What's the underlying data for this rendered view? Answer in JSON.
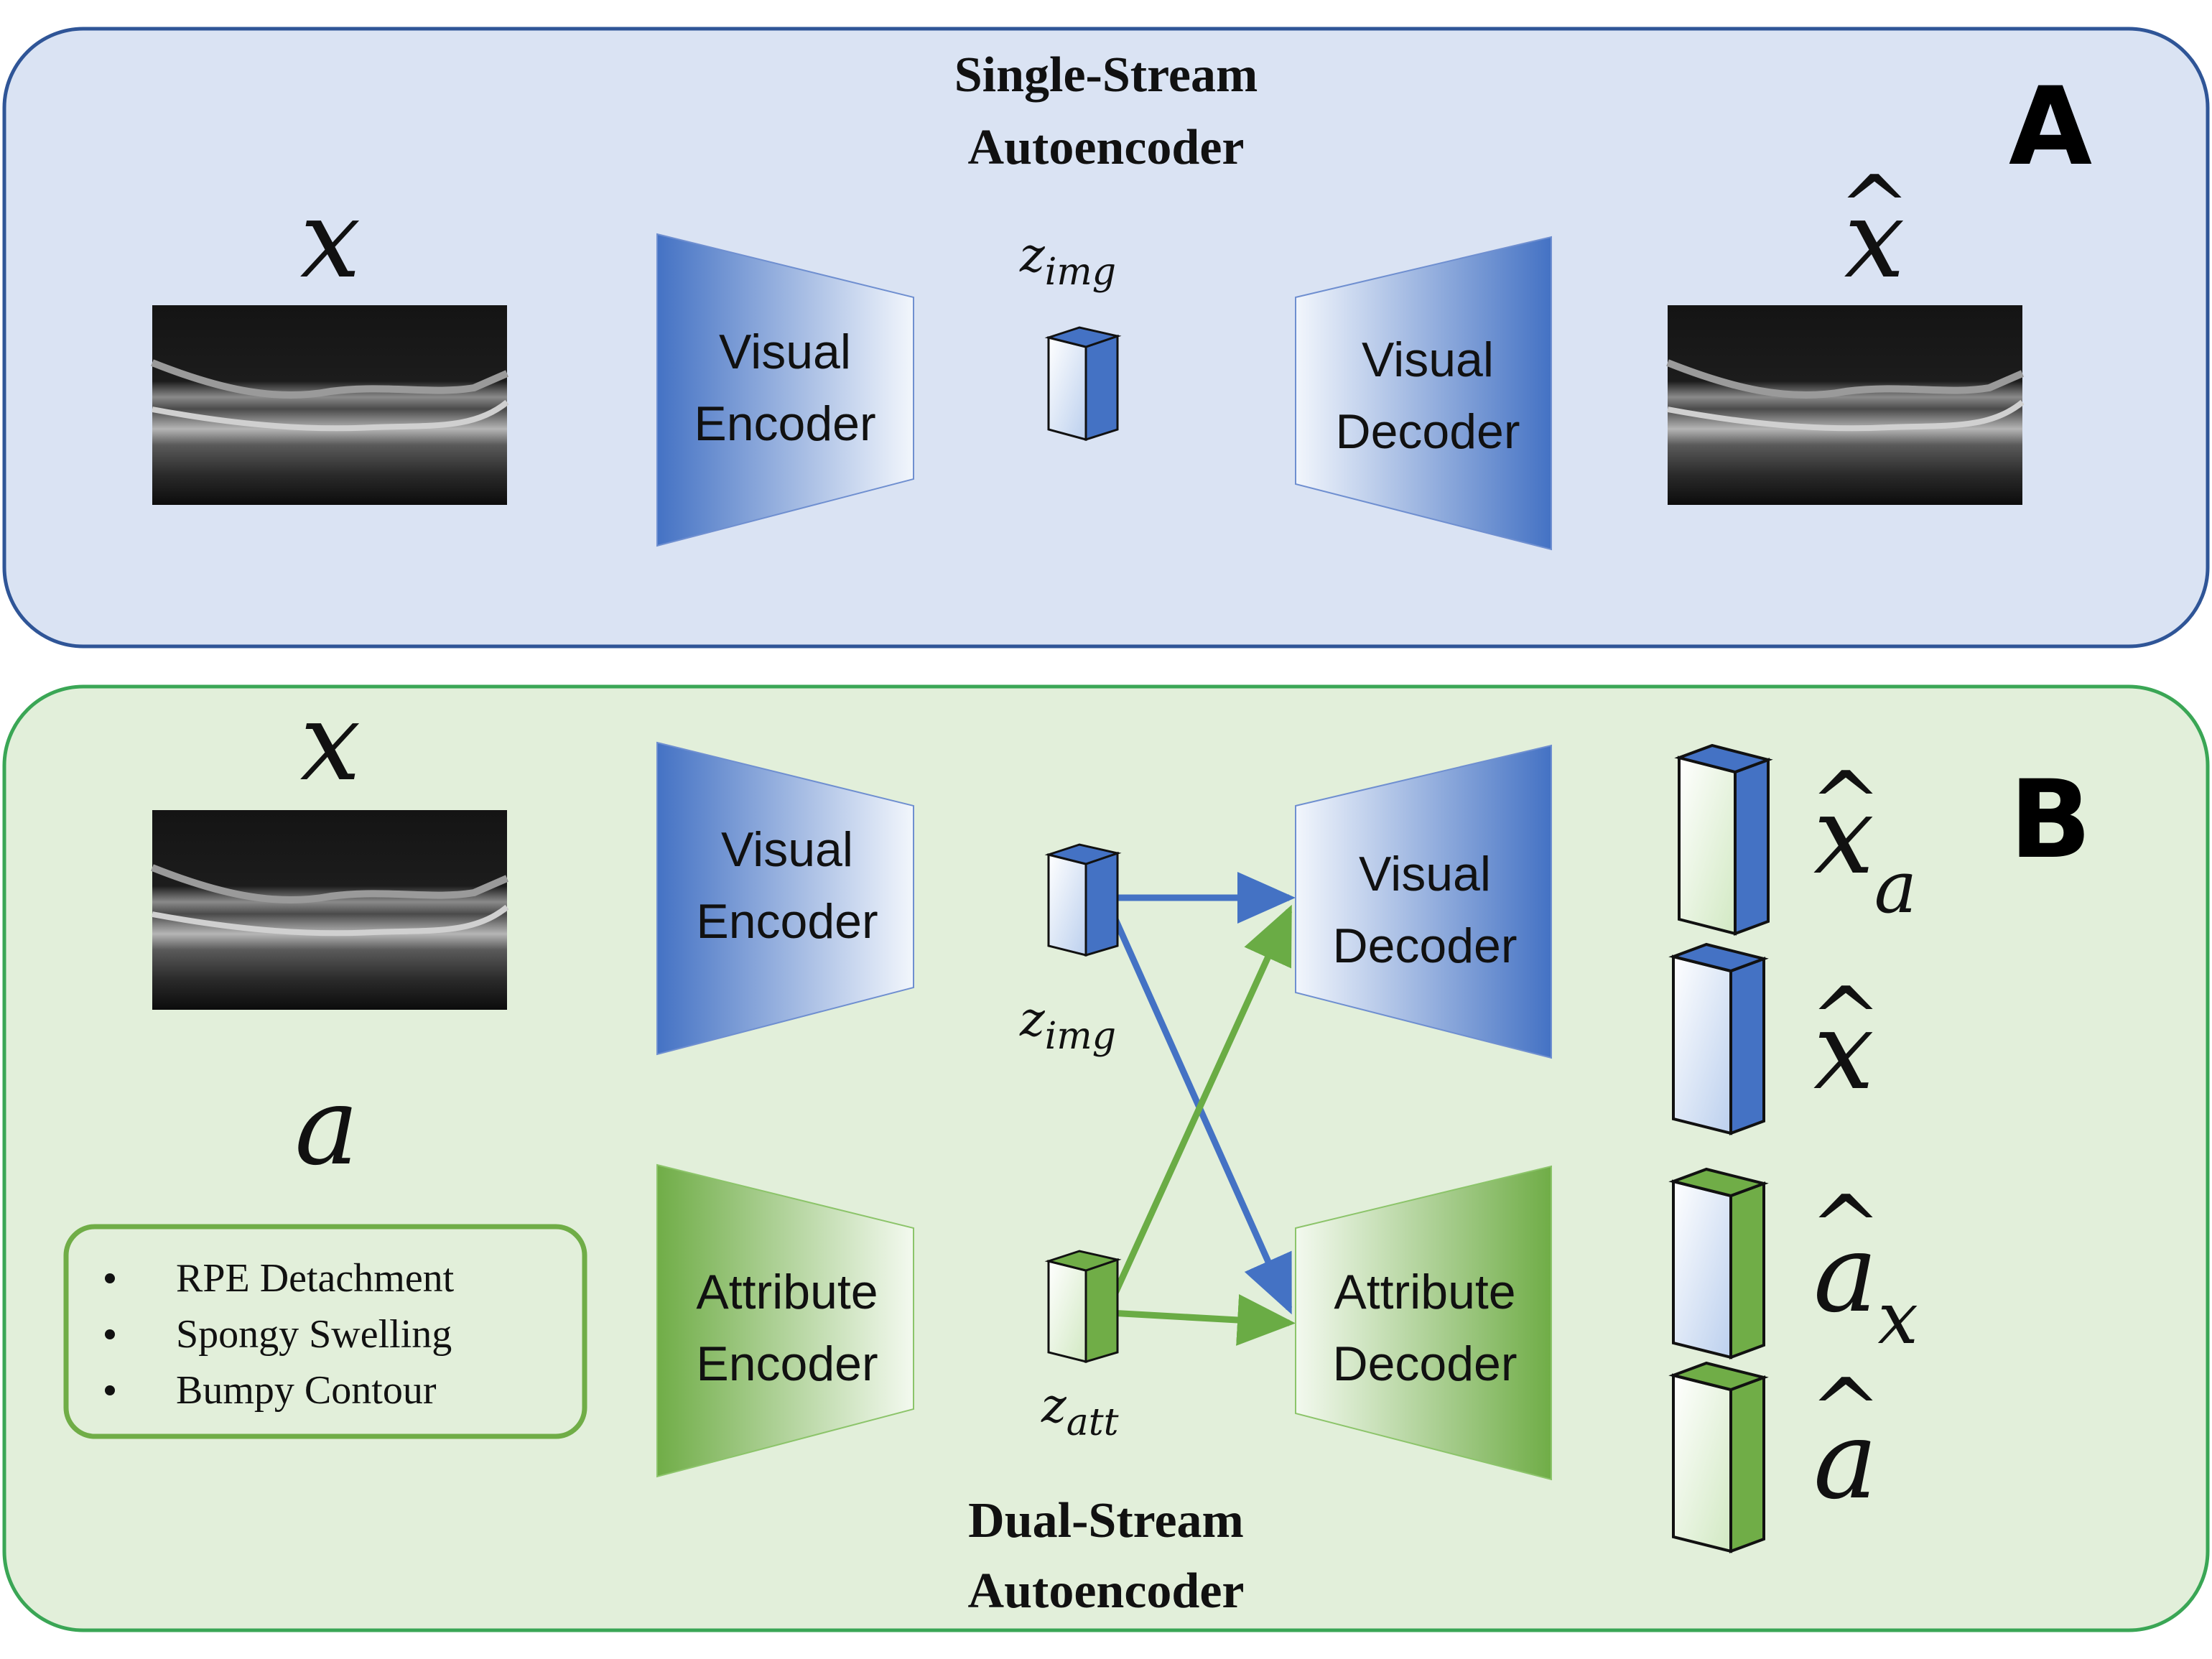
{
  "panel_a": {
    "letter": "A",
    "title_line1": "Single-Stream",
    "title_line2": "Autoencoder",
    "input_symbol": "x",
    "output_symbol": "x",
    "encoder_line1": "Visual",
    "encoder_line2": "Encoder",
    "decoder_line1": "Visual",
    "decoder_line2": "Decoder",
    "latent_symbol": "z",
    "latent_sub": "img"
  },
  "panel_b": {
    "letter": "B",
    "title_line1": "Dual-Stream",
    "title_line2": "Autoencoder",
    "input_image_symbol": "x",
    "input_attr_symbol": "a",
    "attributes": [
      "RPE Detachment",
      "Spongy Swelling",
      "Bumpy Contour"
    ],
    "visual_encoder_line1": "Visual",
    "visual_encoder_line2": "Encoder",
    "attr_encoder_line1": "Attribute",
    "attr_encoder_line2": "Encoder",
    "visual_decoder_line1": "Visual",
    "visual_decoder_line2": "Decoder",
    "attr_decoder_line1": "Attribute",
    "attr_decoder_line2": "Decoder",
    "latent_img_symbol": "z",
    "latent_img_sub": "img",
    "latent_att_symbol": "z",
    "latent_att_sub": "att",
    "outputs": [
      {
        "symbol": "x",
        "sub": "a"
      },
      {
        "symbol": "x",
        "sub": ""
      },
      {
        "symbol": "a",
        "sub": "x"
      },
      {
        "symbol": "a",
        "sub": ""
      }
    ]
  },
  "colors": {
    "panel_a_fill": "#dae3f3",
    "panel_a_border": "#2f5597",
    "panel_b_fill": "#e2efda",
    "panel_b_border": "#3aa655",
    "visual_blue": "#4472c4",
    "attribute_green": "#70ad47",
    "arrow_blue": "#4472c4",
    "arrow_green": "#6aac45"
  }
}
